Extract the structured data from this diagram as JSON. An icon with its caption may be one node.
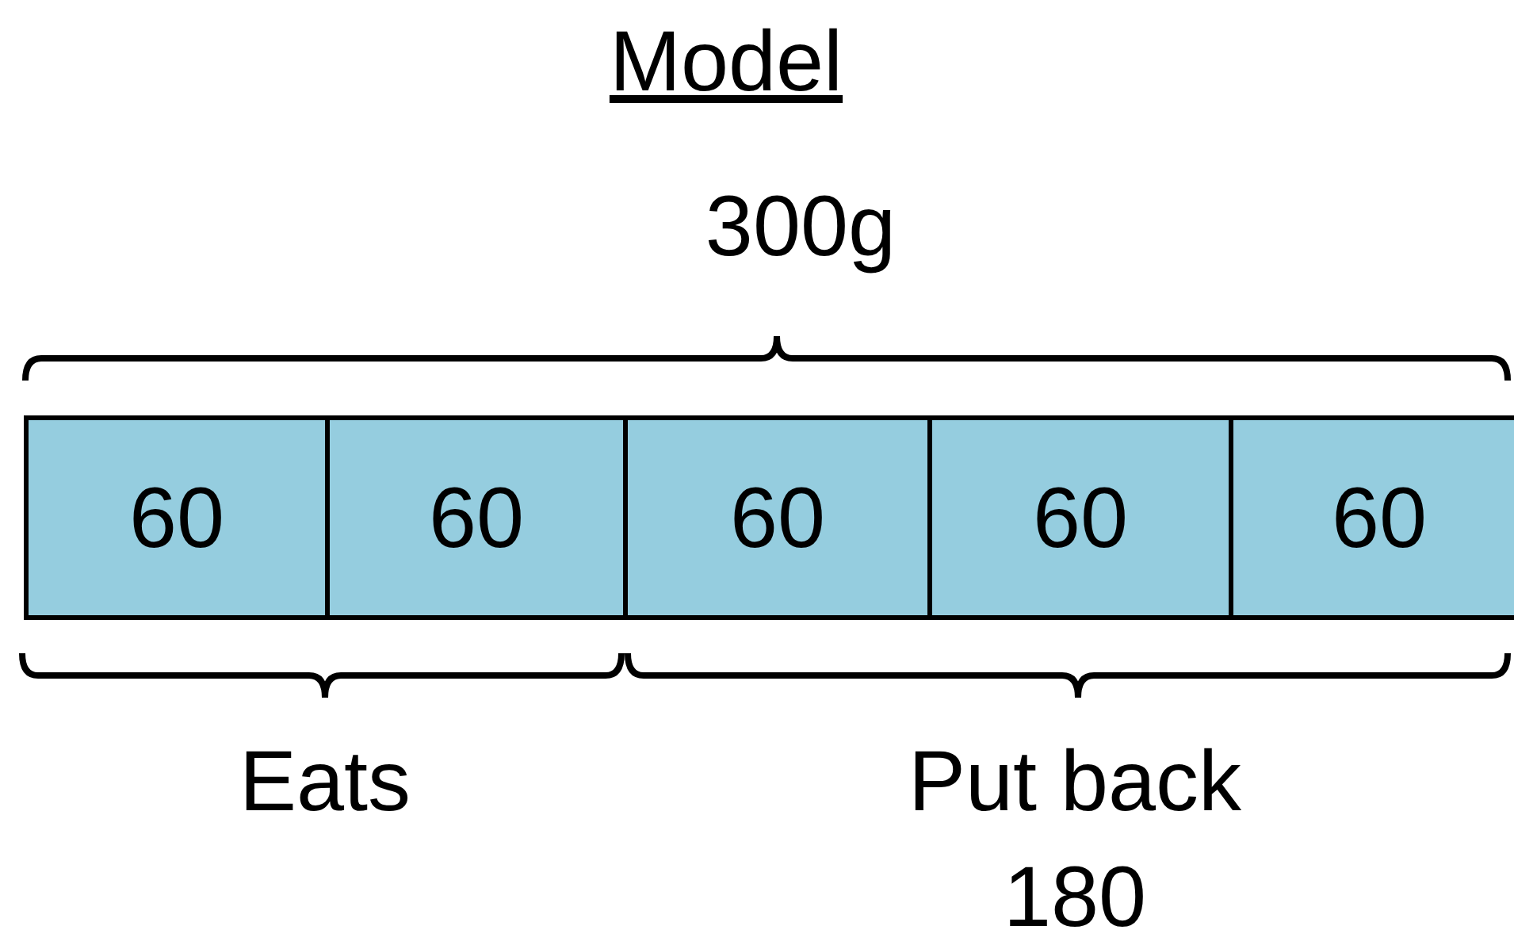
{
  "diagram": {
    "title": "Model",
    "nodes": [
      {
        "text": [
          "60"
        ]
      },
      {
        "text": [
          "60"
        ]
      },
      {
        "text": [
          "60"
        ]
      },
      {
        "text": [
          "60"
        ]
      },
      {
        "text": [
          "60"
        ]
      }
    ],
    "labels": [
      "300g",
      "Eats",
      "Put back",
      "180"
    ]
  }
}
